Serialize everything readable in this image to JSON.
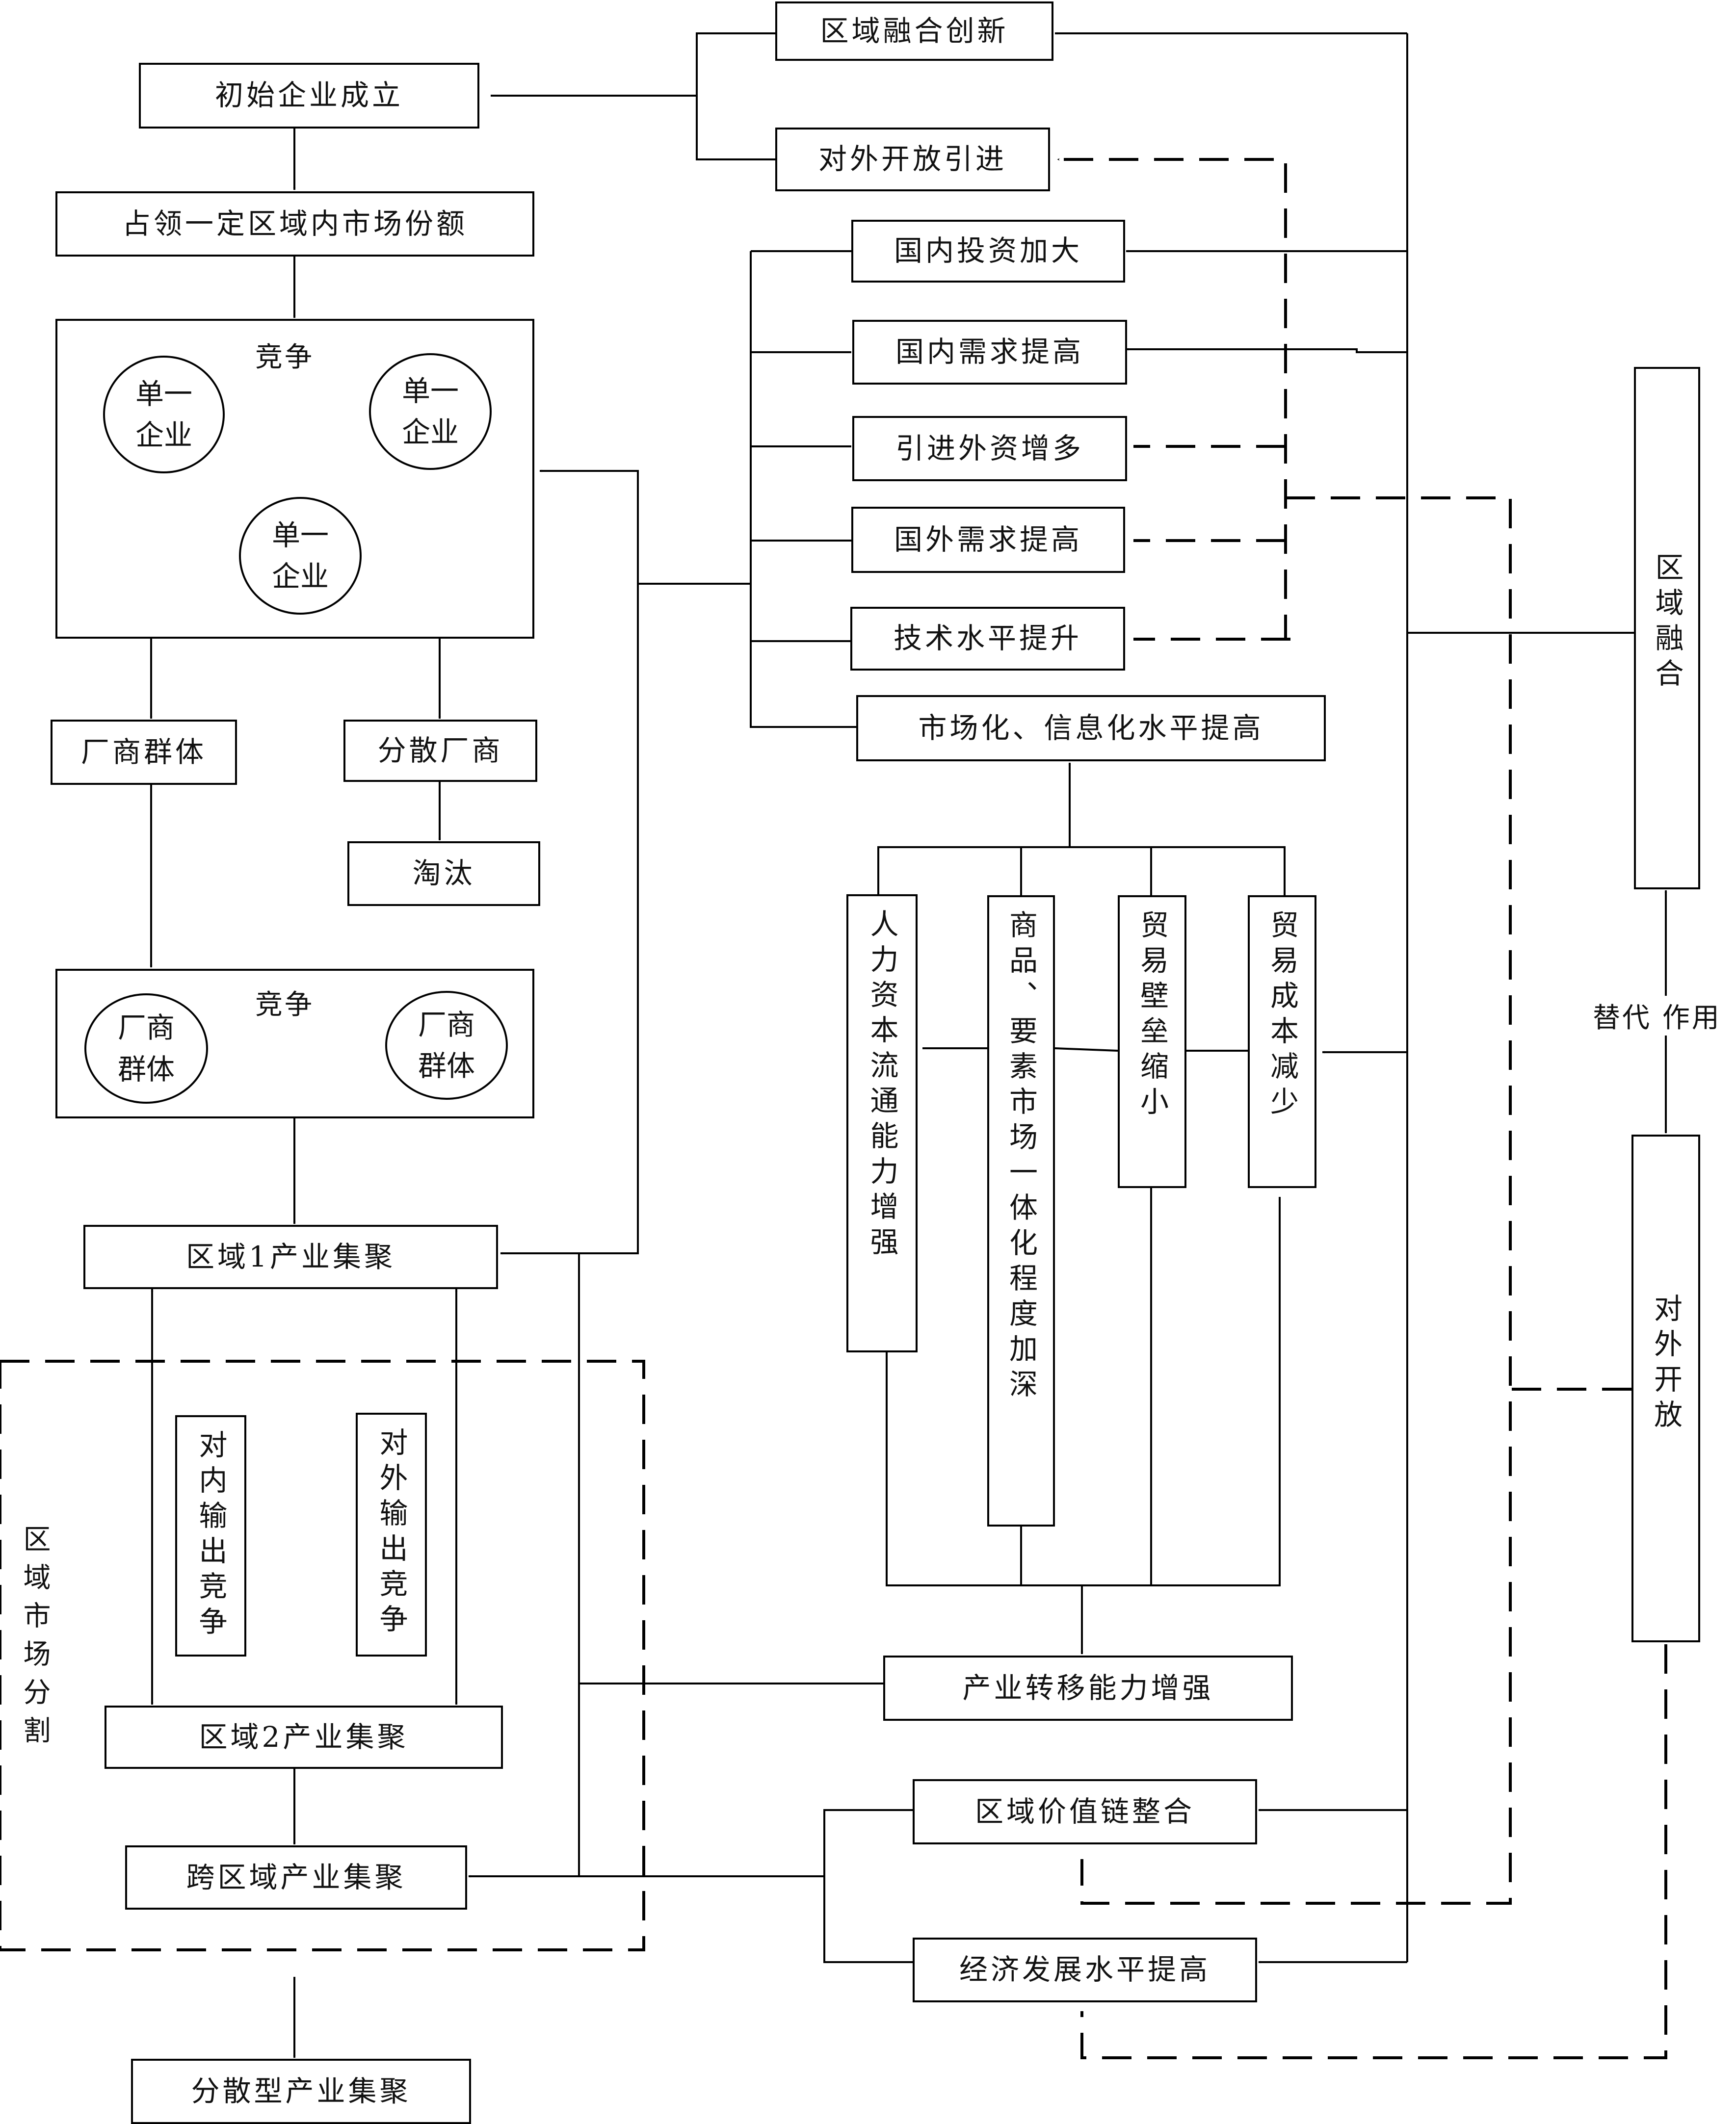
{
  "nodes": {
    "initial_firm": "初始企业成立",
    "market_share": "占领一定区域内市场份额",
    "competition_1": "竞争",
    "single_firm": "单一企业",
    "firm_group": "厂商群体",
    "dispersed_firm": "分散厂商",
    "eliminated": "淘汰",
    "competition_2": "竞争",
    "region1_cluster": "区域1产业集聚",
    "domestic_output_competition": "对内输出竞争",
    "foreign_output_competition": "对外输出竞争",
    "region2_cluster": "区域2产业集聚",
    "cross_region_cluster": "跨区域产业集聚",
    "dispersed_cluster": "分散型产业集聚",
    "regional_market_segmentation": "区域市场分割",
    "regional_integration_innovation": "区域融合创新",
    "opening_introduction": "对外开放引进",
    "domestic_investment": "国内投资加大",
    "domestic_demand": "国内需求提高",
    "foreign_investment": "引进外资增多",
    "foreign_demand": "国外需求提高",
    "tech_level": "技术水平提升",
    "marketization": "市场化、信息化水平提高",
    "human_capital": "人力资本流通能力增强",
    "market_integration": "商品、要素市场一体化程度加深",
    "trade_barriers": "贸易壁垒缩小",
    "trade_cost": "贸易成本减少",
    "industry_transfer": "产业转移能力增强",
    "value_chain": "区域价值链整合",
    "economic_development": "经济发展水平提高",
    "regional_integration": "区域融合",
    "opening_up": "对外开放",
    "substitution_effect": "替代 作用"
  },
  "legend": {}
}
